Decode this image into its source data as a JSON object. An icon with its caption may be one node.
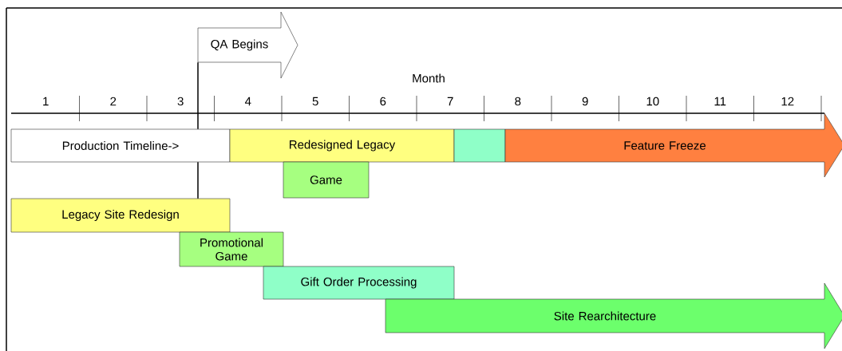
{
  "diagram": {
    "nodes": [
      {
        "text": [
          "QA Begins"
        ]
      },
      {
        "text": [
          "Production Timeline->"
        ]
      },
      {
        "text": [
          "Redesigned Legacy"
        ]
      },
      {
        "text": [],
        "shape": "box"
      },
      {
        "text": [
          "Feature Freeze"
        ]
      },
      {
        "text": [
          "Game"
        ]
      },
      {
        "text": [
          "Legacy Site Redesign"
        ]
      },
      {
        "text": [
          "Promotional Game"
        ]
      },
      {
        "text": [
          "Gift Order Processing"
        ]
      },
      {
        "text": [
          "Site Rearchitecture"
        ]
      }
    ],
    "edges": [
      {
        "from": 0,
        "to": 1,
        "arrow": "none"
      },
      {
        "from": 1,
        "to": 6,
        "arrow": "none"
      }
    ],
    "labels": [
      "Month",
      "1",
      "2",
      "3",
      "4",
      "5",
      "6",
      "7",
      "8",
      "9",
      "10",
      "11",
      "12"
    ]
  }
}
